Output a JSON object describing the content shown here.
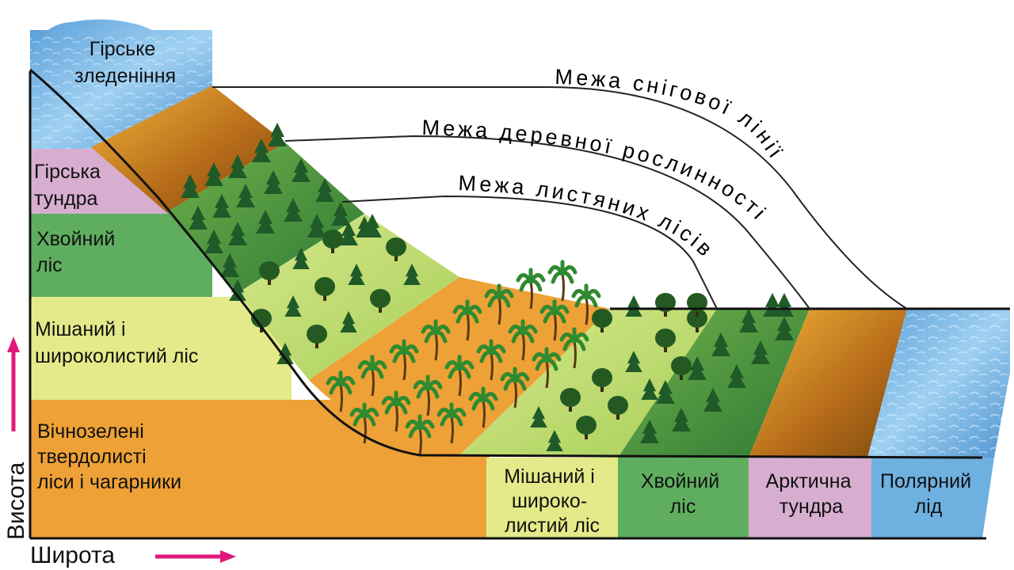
{
  "left_zones": [
    {
      "lines": [
        "Гірське",
        "зледеніння"
      ],
      "color": "#6eb0e0"
    },
    {
      "lines": [
        "Гірська",
        "тундра"
      ],
      "color": "#d7aed0"
    },
    {
      "lines": [
        "Хвойний",
        "ліс"
      ],
      "color": "#5fae5f"
    },
    {
      "lines": [
        "Мішаний і",
        "широколистий ліс"
      ],
      "color": "#e4ea8a"
    },
    {
      "lines": [
        "Вічнозелені",
        "твердолисті",
        "ліси і чагарники"
      ],
      "color": "#eea136"
    }
  ],
  "bottom_zones": [
    {
      "lines": [
        "Мішаний і",
        "широко-",
        "листий ліс"
      ],
      "color": "#e4ea8a"
    },
    {
      "lines": [
        "Хвойний",
        "ліс"
      ],
      "color": "#5fae5f"
    },
    {
      "lines": [
        "Арктична",
        "тундра"
      ],
      "color": "#d7aed0"
    },
    {
      "lines": [
        "Полярний",
        "лід"
      ],
      "color": "#6eb0e0"
    }
  ],
  "boundary_labels": {
    "snow": "Межа снігової лінії",
    "tree": "Межа деревної рослинності",
    "deciduous": "Межа листяних лісів"
  },
  "axes": {
    "vertical": "Висота",
    "horizontal": "Широта",
    "arrow_color": "#e0187a"
  }
}
